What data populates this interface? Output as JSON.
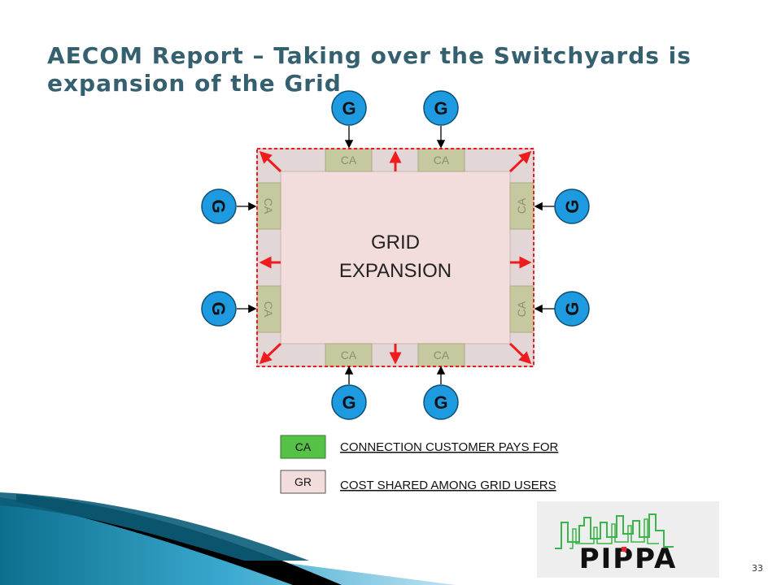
{
  "title": "AECOM Report – Taking over the Switchyards is expansion of the Grid",
  "diagram": {
    "center_line1": "GRID",
    "center_line2": "EXPANSION",
    "generator_label": "G",
    "connection_label": "CA"
  },
  "legend": {
    "ca_box": "CA",
    "ca_text": "CONNECTION CUSTOMER PAYS FOR",
    "gr_box": "GR",
    "gr_text": "COST SHARED AMONG GRID USERS"
  },
  "logo": {
    "text": "PIPPA"
  },
  "page_number": "33",
  "colors": {
    "title": "#35606f",
    "generator": "#1e9be0",
    "ca_fill": "#c6c9a0",
    "grid_fill": "#f3dcdc",
    "ring_fill": "#e2d6d6",
    "red": "#ee1c1c",
    "legend_ca": "#55c147",
    "legend_gr": "#f3dcdc",
    "logo_green": "#39b54a",
    "logo_red": "#e8262a"
  }
}
